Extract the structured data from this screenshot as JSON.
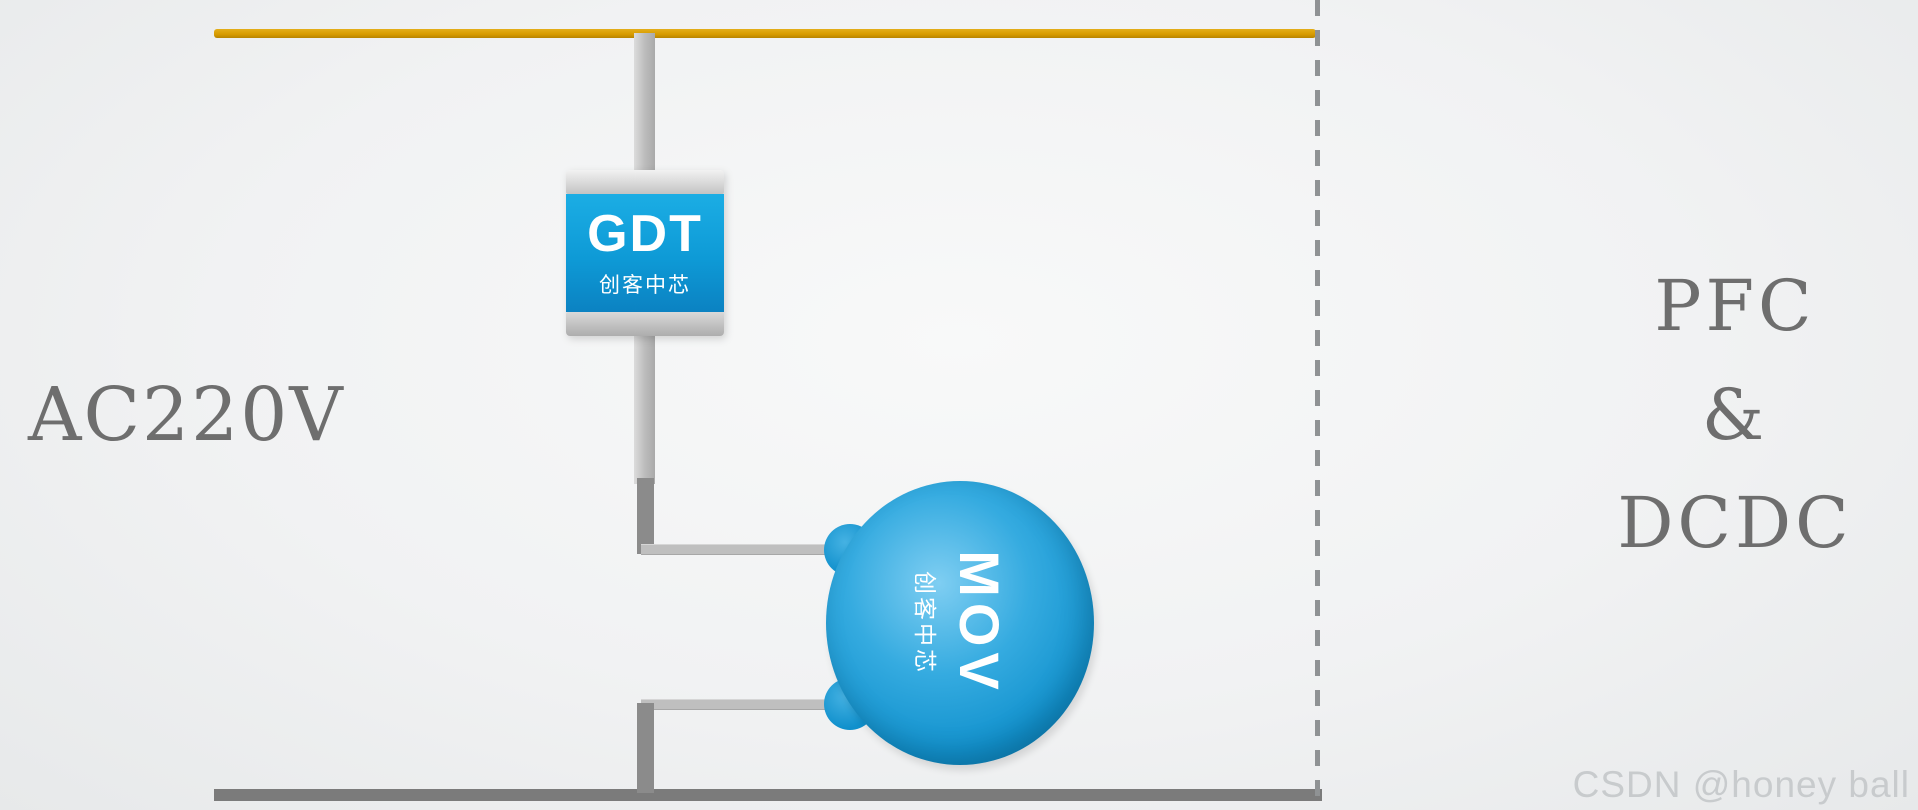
{
  "diagram": {
    "input_label": "AC220V",
    "gdt": {
      "name": "GDT",
      "brand": "创客中芯"
    },
    "mov": {
      "name": "MOV",
      "brand": "创客中芯"
    },
    "output_block": {
      "line1": "PFC",
      "line2": "&",
      "line3": "DCDC"
    },
    "watermark": "CSDN @honey ball"
  },
  "colors": {
    "live_wire": "#D79B00",
    "neutral_wire": "#7B7B7B",
    "component_blue": "#0E9AD6",
    "wire_light": "#C4C4C4",
    "wire_dark": "#8B8B8B",
    "label_gray": "#6E6E6E",
    "watermark_gray": "#C8CBCD"
  }
}
